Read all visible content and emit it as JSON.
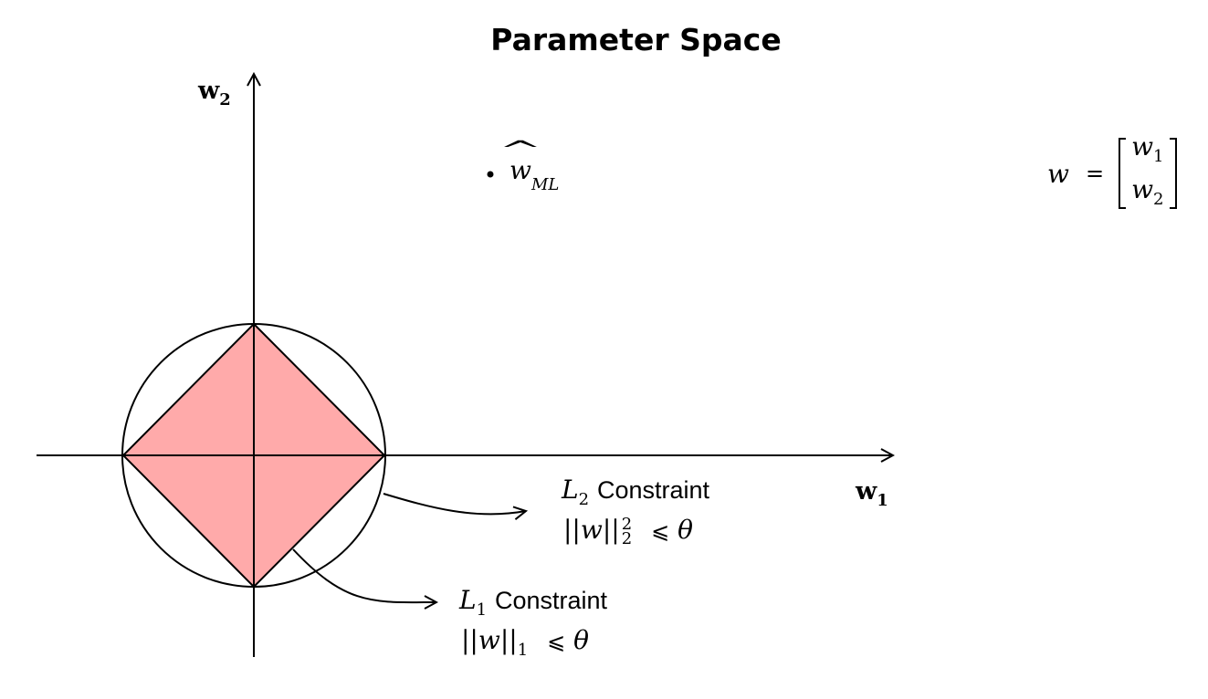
{
  "title": "Parameter Space",
  "axes": {
    "x_label": "w",
    "x_label_sub": "1",
    "y_label": "w",
    "y_label_sub": "2"
  },
  "ml_point": {
    "symbol": "w",
    "hat": "^",
    "subscript": "ML"
  },
  "definition": {
    "lhs": "w",
    "eq": "=",
    "entries": [
      {
        "symbol": "w",
        "sub": "1"
      },
      {
        "symbol": "w",
        "sub": "2"
      }
    ]
  },
  "l2_constraint": {
    "symbol": "L",
    "sub": "2",
    "word": "Constraint",
    "norm_open": "||",
    "var": "w",
    "norm_close": "||",
    "norm_sup": "2",
    "norm_sub": "2",
    "rel": "⩽",
    "bound": "θ"
  },
  "l1_constraint": {
    "symbol": "L",
    "sub": "1",
    "word": "Constraint",
    "norm_open": "||",
    "var": "w",
    "norm_close": "||",
    "norm_sub": "1",
    "rel": "⩽",
    "bound": "θ"
  },
  "colors": {
    "l1_fill": "#ffaaaa",
    "stroke": "#000000"
  }
}
